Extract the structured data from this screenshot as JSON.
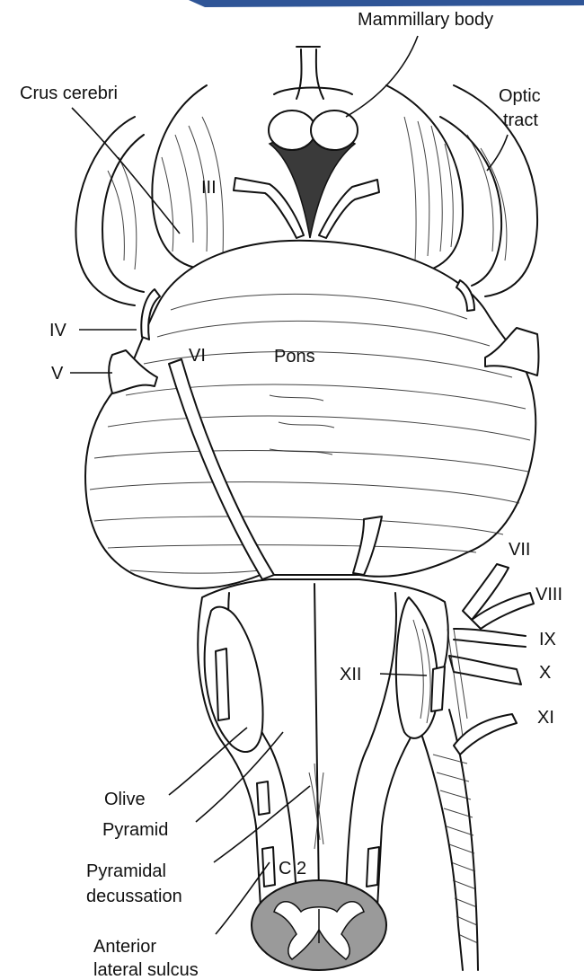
{
  "colors": {
    "ink": "#111111",
    "paper": "#ffffff",
    "top_bar": "#2f5597",
    "shade_dark": "#3a3a3a",
    "section_grey": "#9a9a9a"
  },
  "labels": {
    "mammillary_body": "Mammillary body",
    "crus_cerebri": "Crus cerebri",
    "optic_tract_line1": "Optic",
    "optic_tract_line2": "tract",
    "nerve_iii": "III",
    "nerve_iv": "IV",
    "nerve_v": "V",
    "nerve_vi": "VI",
    "pons": "Pons",
    "nerve_vii": "VII",
    "nerve_viii": "VIII",
    "nerve_ix": "IX",
    "nerve_x": "X",
    "nerve_xi": "XI",
    "nerve_xii": "XII",
    "olive": "Olive",
    "pyramid": "Pyramid",
    "pyramidal_decussation_line1": "Pyramidal",
    "pyramidal_decussation_line2": "decussation",
    "c2": "C 2",
    "anterior_lateral_sulcus_line1": "Anterior",
    "anterior_lateral_sulcus_line2": "lateral sulcus"
  }
}
